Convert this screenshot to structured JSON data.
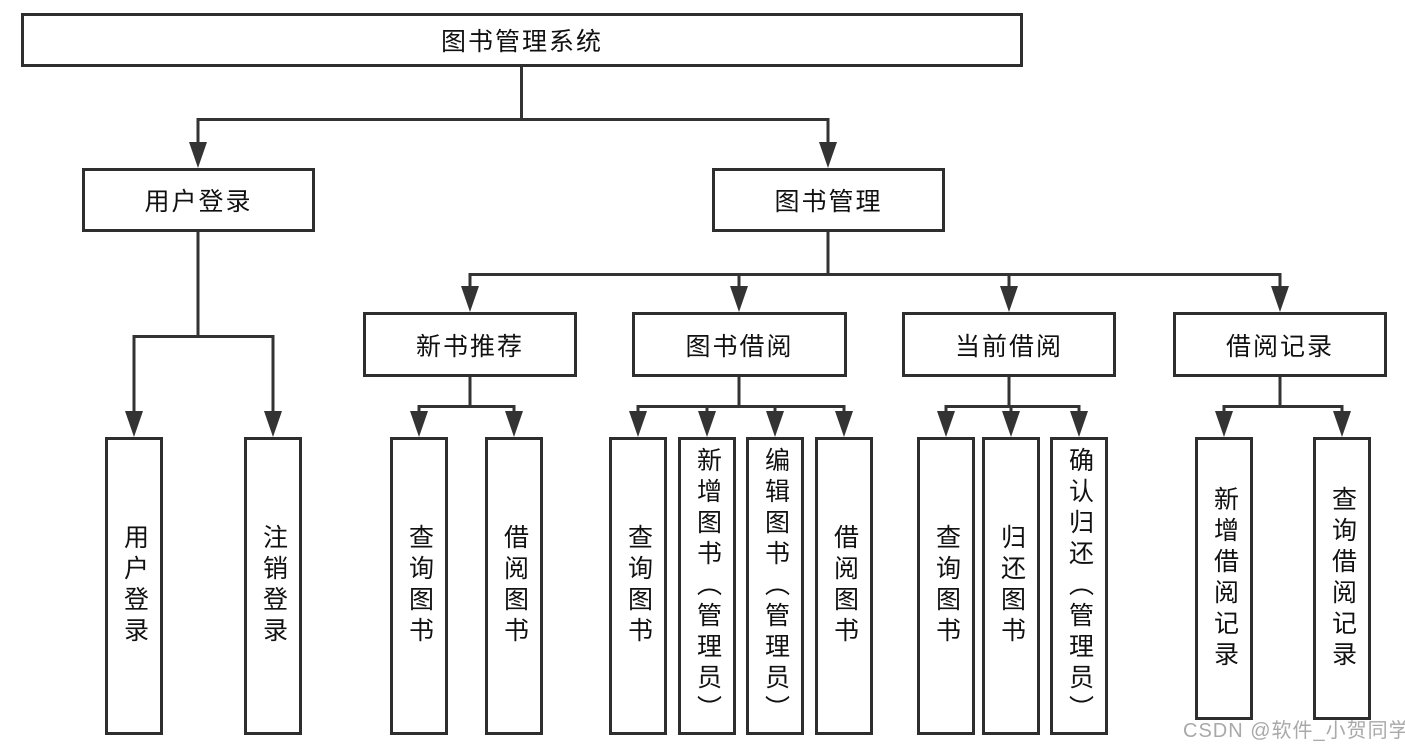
{
  "diagram": {
    "root": {
      "label": "图书管理系统"
    },
    "level1": {
      "user_login": {
        "label": "用户登录"
      },
      "book_management": {
        "label": "图书管理"
      }
    },
    "level2": {
      "new_book_recommend": {
        "label": "新书推荐"
      },
      "book_borrowing": {
        "label": "图书借阅"
      },
      "current_borrowing": {
        "label": "当前借阅"
      },
      "borrowing_records": {
        "label": "借阅记录"
      }
    },
    "leaves": {
      "user_login": {
        "label": "用户登录"
      },
      "logout": {
        "label": "注销登录"
      },
      "query_books_recommend": {
        "label": "查询图书"
      },
      "borrow_books_recommend": {
        "label": "借阅图书"
      },
      "query_books_borrowing": {
        "label": "查询图书"
      },
      "add_books_admin": {
        "label": "新增图书（管理员）"
      },
      "edit_books_admin": {
        "label": "编辑图书（管理员）"
      },
      "borrow_books_borrowing": {
        "label": "借阅图书"
      },
      "query_books_current": {
        "label": "查询图书"
      },
      "return_books": {
        "label": "归还图书"
      },
      "confirm_return_admin": {
        "label": "确认归还（管理员）"
      },
      "add_borrow_record": {
        "label": "新增借阅记录"
      },
      "query_borrow_record": {
        "label": "查询借阅记录"
      }
    }
  },
  "watermark": {
    "text": "CSDN @软件_小贺同学"
  },
  "colors": {
    "line": "#333333",
    "border": "#2e2e2e",
    "text": "#111111",
    "watermark": "#a9a9a9",
    "background": "#ffffff"
  }
}
